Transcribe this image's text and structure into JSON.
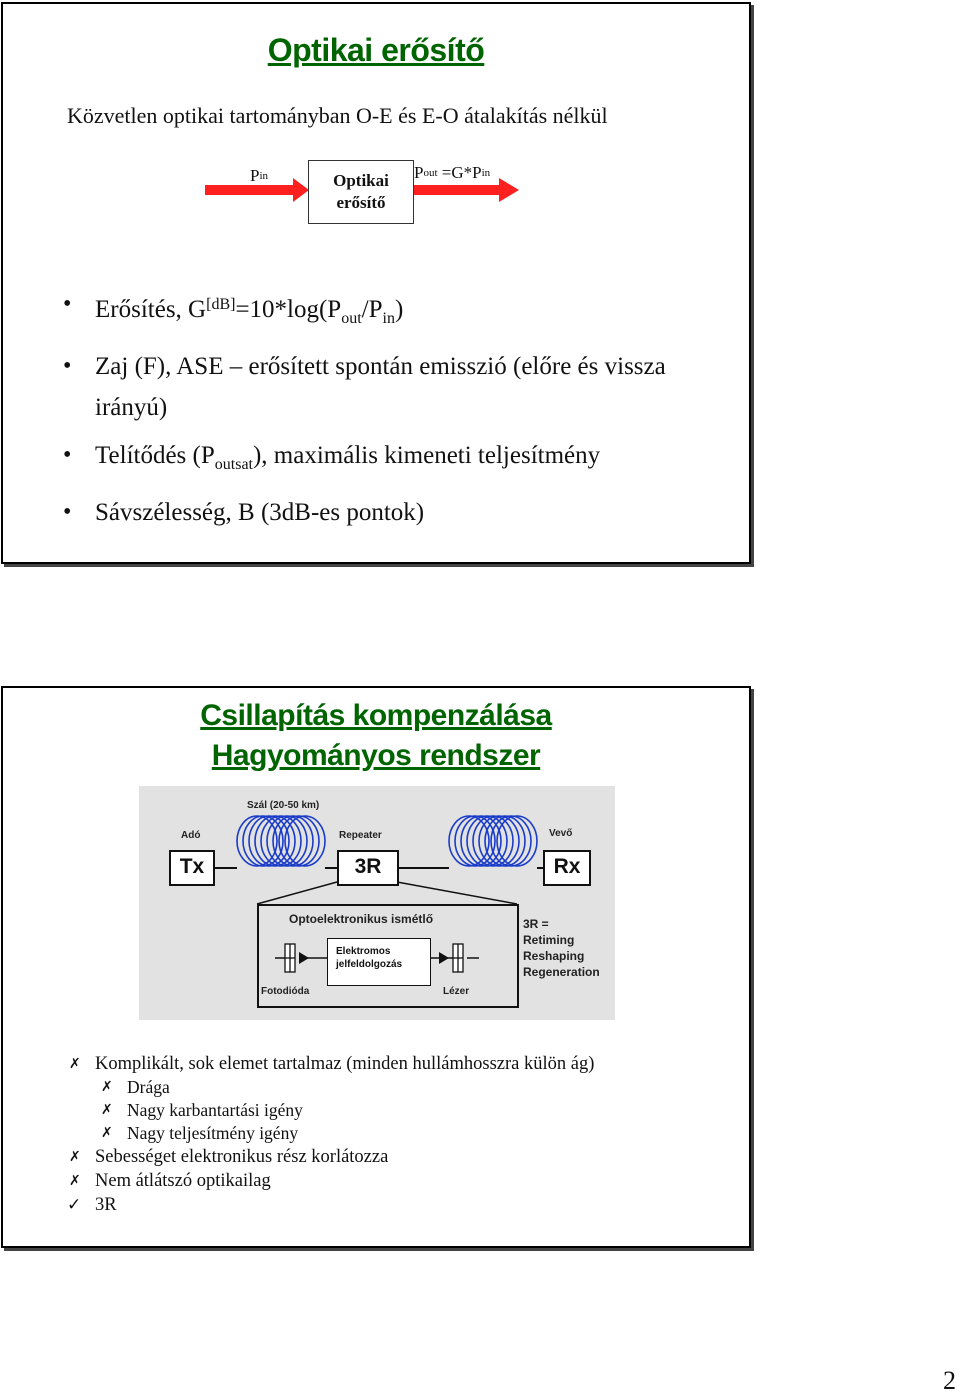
{
  "slide1": {
    "title": "Optikai erősítő",
    "subtitle": "Közvetlen optikai tartományban O-E és E-O átalakítás nélkül",
    "diagram": {
      "pin_main": "P",
      "pin_sub": "in",
      "box_line1": "Optikai",
      "box_line2": "erősítő",
      "pout_main": "P",
      "pout_sub": "out",
      "pout_rest": " =G*P",
      "pout_rest_sub": "in"
    },
    "bullets": {
      "b1_a": "Erősítés, G",
      "b1_sup": "[dB]",
      "b1_b": "=10*log(P",
      "b1_sub1": "out",
      "b1_c": "/P",
      "b1_sub2": "in",
      "b1_d": ")",
      "b2": "Zaj (F), ASE – erősített spontán emisszió (előre és vissza irányú)",
      "b3_a": "Telítődés (P",
      "b3_sub": "outsat",
      "b3_b": "), maximális kimeneti teljesítmény",
      "b4": "Sávszélesség, B (3dB-es pontok)"
    }
  },
  "slide2": {
    "title_line1": "Csillapítás kompenzálása",
    "title_line2": "Hagyományos rendszer",
    "figure": {
      "fiber_label": "Szál (20-50 km)",
      "ado": "Adó",
      "repeater": "Repeater",
      "vevo": "Vevő",
      "tx": "Tx",
      "r3": "3R",
      "rx": "Rx",
      "opto_title": "Optoelektronikus ismétlő",
      "elec_line1": "Elektromos",
      "elec_line2": "jelfeldolgozás",
      "fotodioda": "Fotodióda",
      "lezer": "Lézer",
      "r3_def": [
        "3R =",
        "Retiming",
        "Reshaping",
        "Regeneration"
      ]
    },
    "list": [
      {
        "marker": "✗",
        "text": "Komplikált, sok elemet tartalmaz (minden hullámhosszra külön ág)",
        "level": 1
      },
      {
        "marker": "✗",
        "text": "Drága",
        "level": 2
      },
      {
        "marker": "✗",
        "text": "Nagy karbantartási igény",
        "level": 2
      },
      {
        "marker": "✗",
        "text": "Nagy teljesítmény igény",
        "level": 2
      },
      {
        "marker": "✗",
        "text": "Sebességet elektronikus rész korlátozza",
        "level": 1
      },
      {
        "marker": "✗",
        "text": "Nem átlátszó optikailag",
        "level": 1
      },
      {
        "marker": "✓",
        "text": "3R",
        "level": 1
      }
    ]
  },
  "page_number": "2",
  "colors": {
    "title_green": "#006400",
    "arrow_red": "#ff2020"
  }
}
